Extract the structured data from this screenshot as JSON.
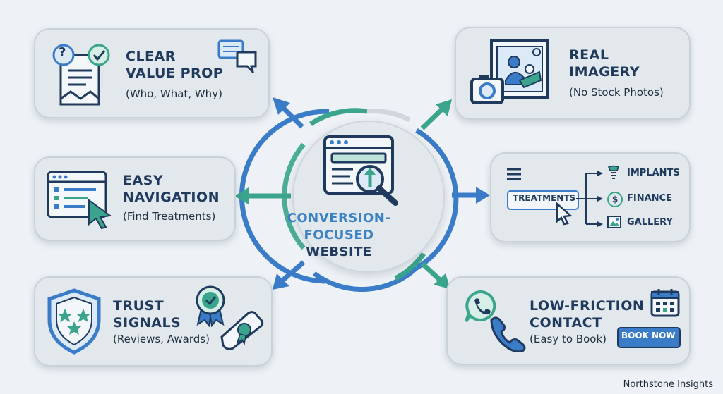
{
  "center": {
    "line1": "CONVERSION-",
    "line2": "FOCUSED",
    "line3": "WEBSITE"
  },
  "cards": {
    "clear_value": {
      "line1": "CLEAR",
      "line2": "VALUE PROP",
      "subtitle": "(Who, What, Why)"
    },
    "easy_nav": {
      "line1": "EASY",
      "line2": "NAVIGATION",
      "subtitle": "(Find Treatments)"
    },
    "trust": {
      "line1": "TRUST",
      "line2": "SIGNALS",
      "subtitle": "(Reviews, Awards)"
    },
    "real_imagery": {
      "line1": "REAL",
      "line2": "IMAGERY",
      "subtitle": "(No Stock Photos)"
    },
    "treatments_menu": {
      "button": "TREATMENTS",
      "items": [
        "IMPLANTS",
        "FINANCE",
        "GALLERY"
      ]
    },
    "contact": {
      "line1": "LOW-FRICTION",
      "line2": "CONTACT",
      "subtitle": "(Easy to Book)",
      "button": "BOOK NOW"
    }
  },
  "icons": {
    "question": "?",
    "dollar": "$"
  },
  "brand": "Northstone Insights",
  "colors": {
    "blue": "#3b7cc8",
    "green": "#3aa58c",
    "navy": "#1f3a5c",
    "card": "#e3e8ed"
  }
}
